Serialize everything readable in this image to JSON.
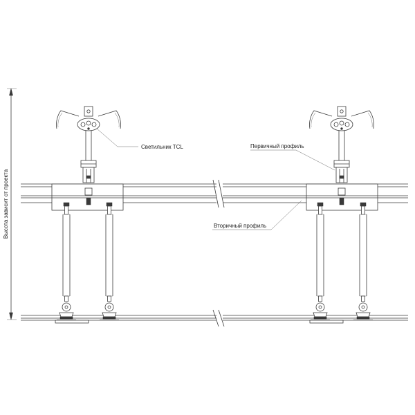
{
  "labels": {
    "luminaire": "Светильник TCL",
    "primary_profile": "Первичный профиль",
    "secondary_profile": "Вторичный профиль",
    "height_note": "Высота зависит от проекта"
  },
  "colors": {
    "line": "#3a3a3a",
    "background": "#ffffff"
  }
}
